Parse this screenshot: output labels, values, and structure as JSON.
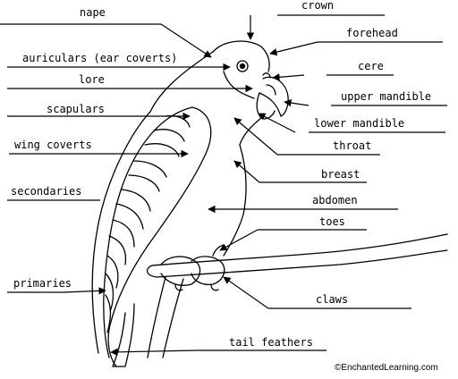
{
  "diagram": {
    "labels": {
      "nape": "nape",
      "crown": "crown",
      "forehead": "forehead",
      "auriculars": "auriculars (ear coverts)",
      "cere": "cere",
      "lore": "lore",
      "upper_mandible": "upper mandible",
      "scapulars": "scapulars",
      "lower_mandible": "lower mandible",
      "wing_coverts": "wing coverts",
      "throat": "throat",
      "breast": "breast",
      "secondaries": "secondaries",
      "abdomen": "abdomen",
      "toes": "toes",
      "primaries": "primaries",
      "claws": "claws",
      "tail_feathers": "tail feathers"
    },
    "copyright": "©EnchantedLearning.com"
  }
}
